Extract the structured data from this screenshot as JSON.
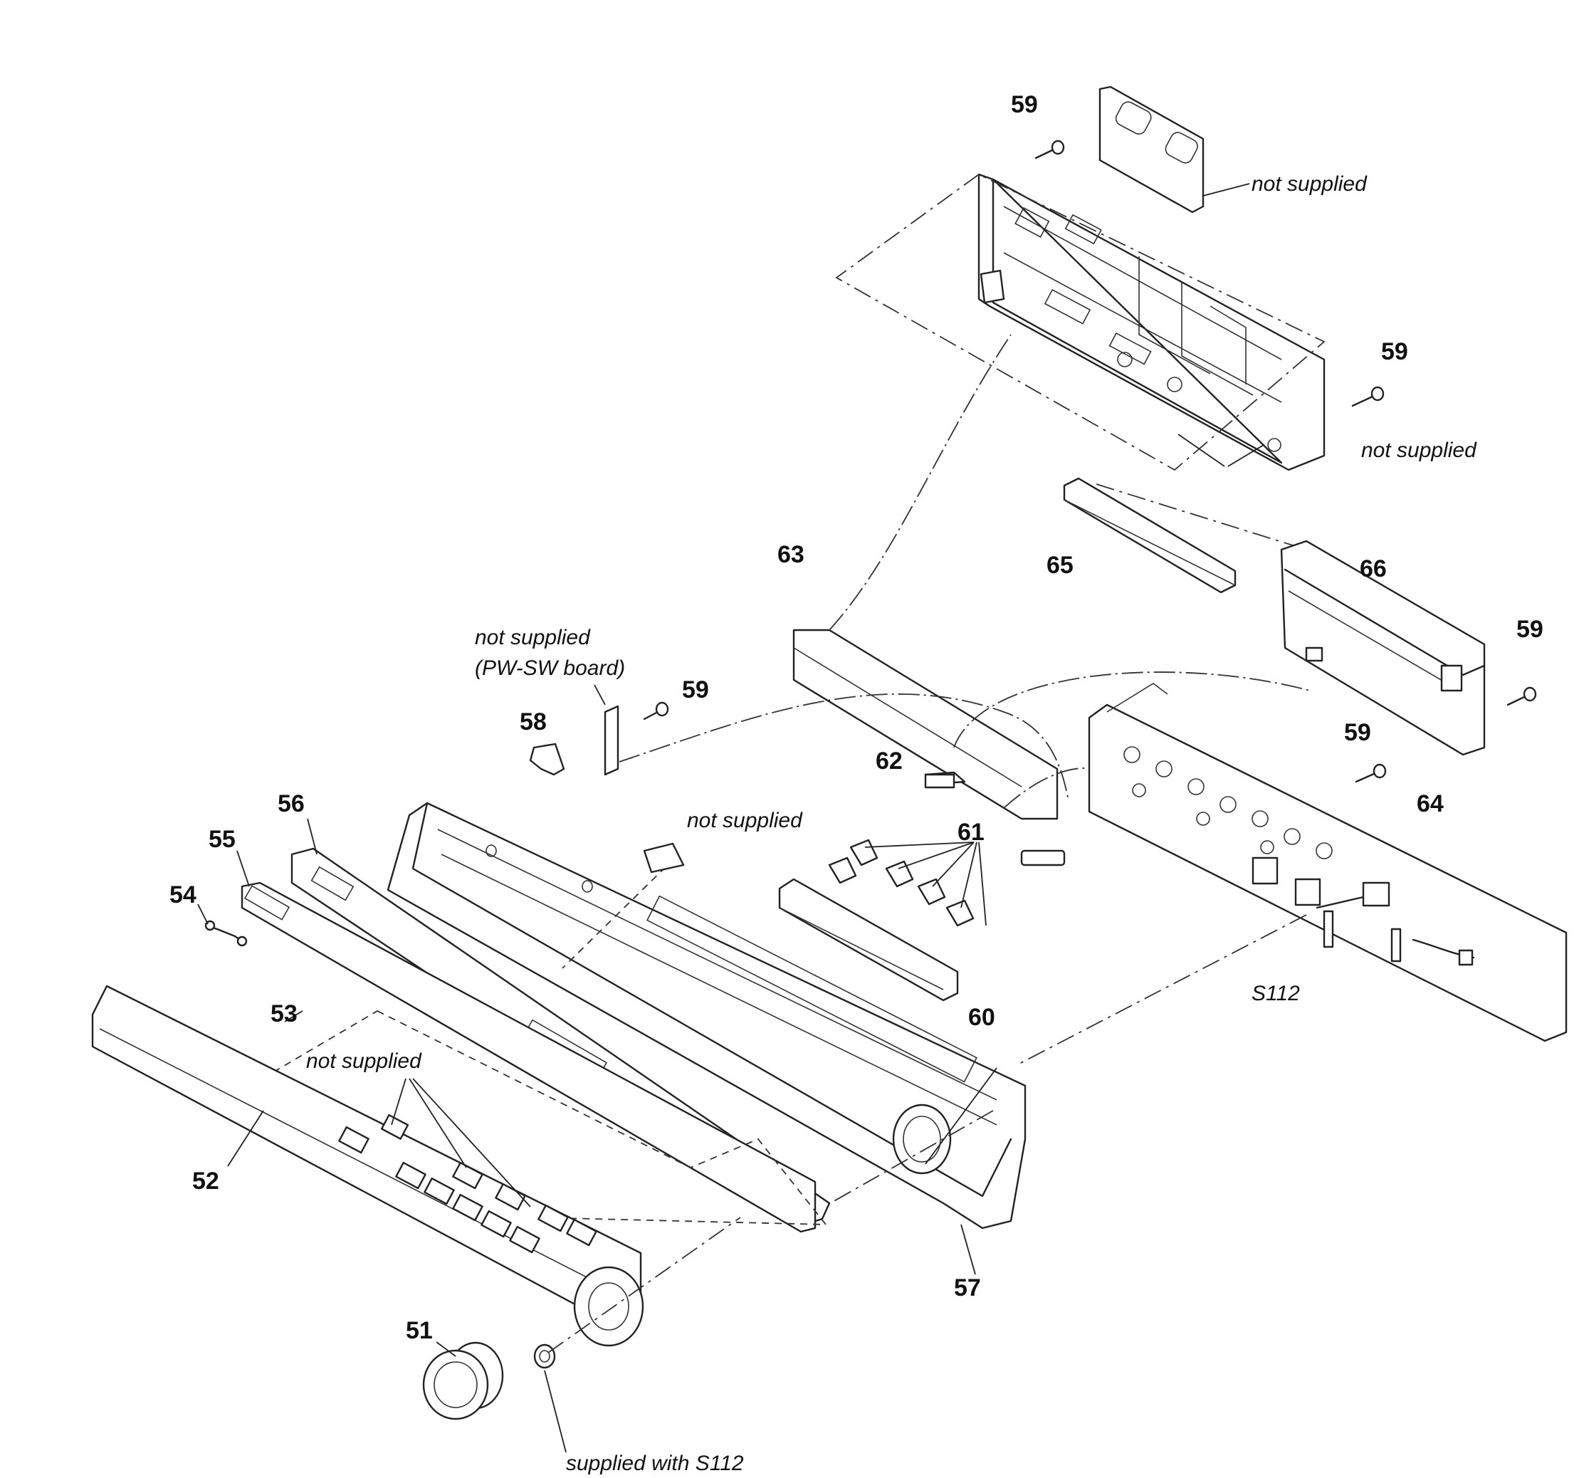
{
  "labels": {
    "p51": "51",
    "p52": "52",
    "p53": "53",
    "p54": "54",
    "p55": "55",
    "p56": "56",
    "p57": "57",
    "p58": "58",
    "p59": "59",
    "p60": "60",
    "p61": "61",
    "p62": "62",
    "p63": "63",
    "p64": "64",
    "p65": "65",
    "p66": "66"
  },
  "notes": {
    "not_supplied": "not supplied",
    "pw_sw_board": "(PW-SW board)",
    "supplied_with_s112": "supplied with S112",
    "s112": "S112"
  }
}
